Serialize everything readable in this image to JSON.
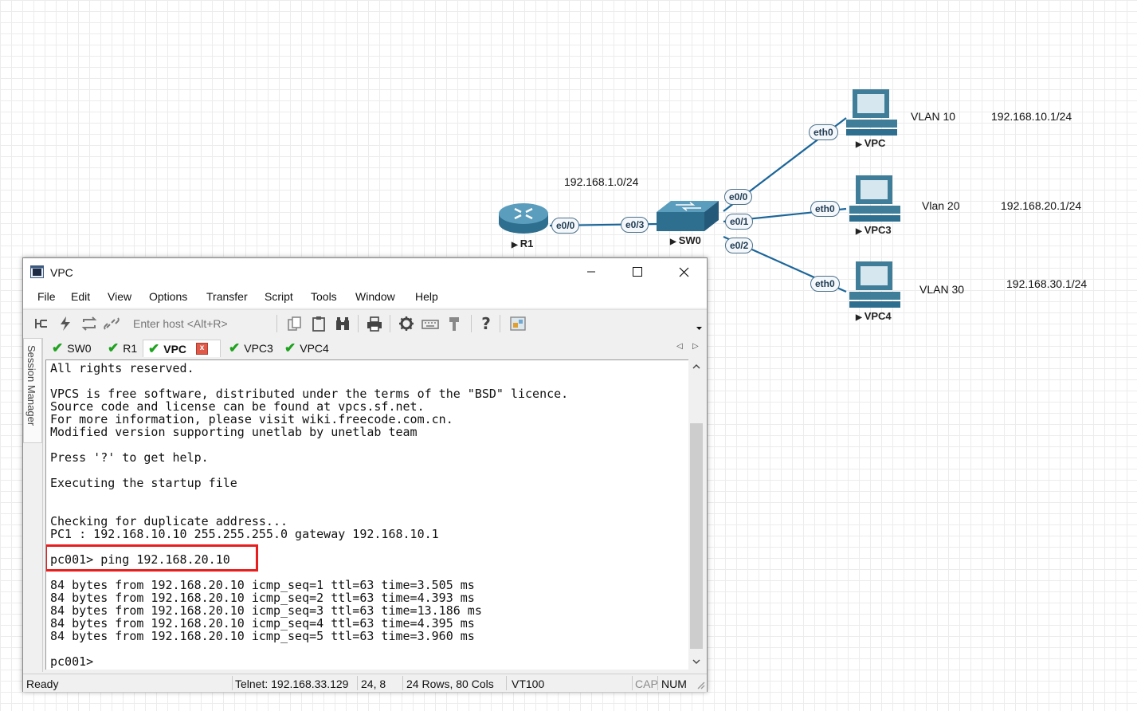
{
  "topology": {
    "networks": {
      "r1_sw0_net": "192.168.1.0/24"
    },
    "nodes": {
      "r1": "R1",
      "sw0": "SW0",
      "vpc": "VPC",
      "vpc3": "VPC3",
      "vpc4": "VPC4"
    },
    "ports": {
      "r1_e00": "e0/0",
      "sw0_e03": "e0/3",
      "sw0_e00": "e0/0",
      "sw0_e01": "e0/1",
      "sw0_e02": "e0/2",
      "vpc_eth0": "eth0",
      "vpc3_eth0": "eth0",
      "vpc4_eth0": "eth0"
    },
    "notes": {
      "vlan10": "VLAN 10",
      "gw10": "192.168.10.1/24",
      "vlan20": "Vlan 20",
      "gw20": "192.168.20.1/24",
      "vlan30": "VLAN 30",
      "gw30": "192.168.30.1/24"
    }
  },
  "window": {
    "title": "VPC",
    "menu": [
      "File",
      "Edit",
      "View",
      "Options",
      "Transfer",
      "Script",
      "Tools",
      "Window",
      "Help"
    ],
    "host_placeholder": "Enter host <Alt+R>",
    "session_manager": "Session Manager",
    "tabs": [
      {
        "label": "SW0",
        "connected": true
      },
      {
        "label": "R1",
        "connected": true
      },
      {
        "label": "VPC",
        "connected": true,
        "active": true
      },
      {
        "label": "VPC3",
        "connected": true
      },
      {
        "label": "VPC4",
        "connected": true
      }
    ],
    "terminal_lines": [
      "All rights reserved.",
      "",
      "VPCS is free software, distributed under the terms of the \"BSD\" licence.",
      "Source code and license can be found at vpcs.sf.net.",
      "For more information, please visit wiki.freecode.com.cn.",
      "Modified version supporting unetlab by unetlab team",
      "",
      "Press '?' to get help.",
      "",
      "Executing the startup file",
      "",
      "",
      "Checking for duplicate address...",
      "PC1 : 192.168.10.10 255.255.255.0 gateway 192.168.10.1",
      "",
      "pc001> ping 192.168.20.10",
      "",
      "84 bytes from 192.168.20.10 icmp_seq=1 ttl=63 time=3.505 ms",
      "84 bytes from 192.168.20.10 icmp_seq=2 ttl=63 time=4.393 ms",
      "84 bytes from 192.168.20.10 icmp_seq=3 ttl=63 time=13.186 ms",
      "84 bytes from 192.168.20.10 icmp_seq=4 ttl=63 time=4.395 ms",
      "84 bytes from 192.168.20.10 icmp_seq=5 ttl=63 time=3.960 ms",
      "",
      "pc001>"
    ],
    "status": {
      "ready": "Ready",
      "connection": "Telnet: 192.168.33.129",
      "cursor": "24,   8",
      "size": "24 Rows, 80 Cols",
      "emulation": "VT100",
      "cap": "CAP",
      "num": "NUM"
    }
  },
  "colors": {
    "link": "#1b6699",
    "device": "#3f7d99",
    "highlight": "#e81d1d",
    "check": "#1fa21f"
  }
}
